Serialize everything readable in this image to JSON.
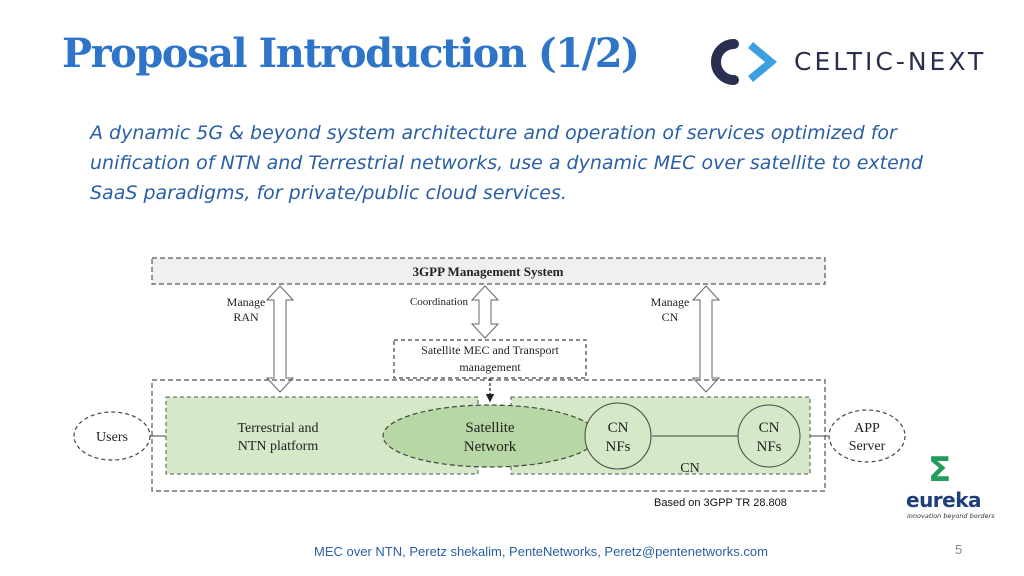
{
  "slide": {
    "title": "Proposal Introduction (1/2)",
    "intro_text": "A dynamic 5G & beyond system architecture and operation of services optimized for unification of NTN and Terrestrial networks, use a dynamic MEC over satellite to extend SaaS paradigms, for private/public cloud services.",
    "source_note": "Based on 3GPP TR 28.808",
    "footer": "MEC over NTN,  Peretz shekalim, PenteNetworks, Peretz@pentenetworks.com",
    "page_number": "5"
  },
  "logos": {
    "celtic_next": "CELTIC-NEXT",
    "eureka": {
      "name": "eureka",
      "tagline": "innovation beyond borders",
      "symbol": "Σ"
    }
  },
  "diagram": {
    "management_system": "3GPP Management System",
    "manage_ran": [
      "Manage",
      "RAN"
    ],
    "coordination": "Coordination",
    "manage_cn": [
      "Manage",
      "CN"
    ],
    "mec_transport": [
      "Satellite MEC and Transport",
      "management"
    ],
    "users": "Users",
    "terrestrial_ntn": [
      "Terrestrial and",
      "NTN platform"
    ],
    "satellite_network": [
      "Satellite",
      "Network"
    ],
    "cn_nfs_1": [
      "CN",
      "NFs"
    ],
    "cn_nfs_2": [
      "CN",
      "NFs"
    ],
    "cn_label": "CN",
    "app_server": [
      "APP",
      "Server"
    ]
  },
  "colors": {
    "title": "#2e74c9",
    "intro_text": "#2a5fa4",
    "diagram_fill": "#d5e8c8",
    "satellite_fill": "#b7d7a4",
    "eureka_green": "#1e9e5a",
    "eureka_blue": "#1d3f7a"
  }
}
